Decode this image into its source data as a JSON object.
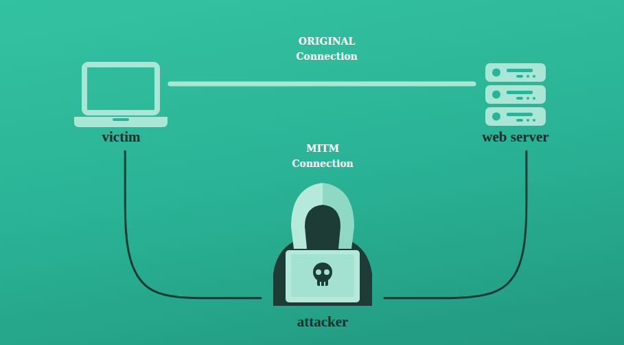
{
  "diagram": {
    "nodes": [
      {
        "text": [
          "victim"
        ]
      },
      {
        "text": [
          "web server"
        ]
      },
      {
        "text": [
          "attacker"
        ]
      }
    ],
    "edges": [
      {
        "from": 0,
        "to": 1,
        "arrow": "none",
        "label": "ORIGINAL Connection"
      },
      {
        "from": 0,
        "to": 2,
        "arrow": "none"
      },
      {
        "from": 1,
        "to": 2,
        "arrow": "none"
      }
    ],
    "labels": [
      "MITM Connection"
    ]
  }
}
